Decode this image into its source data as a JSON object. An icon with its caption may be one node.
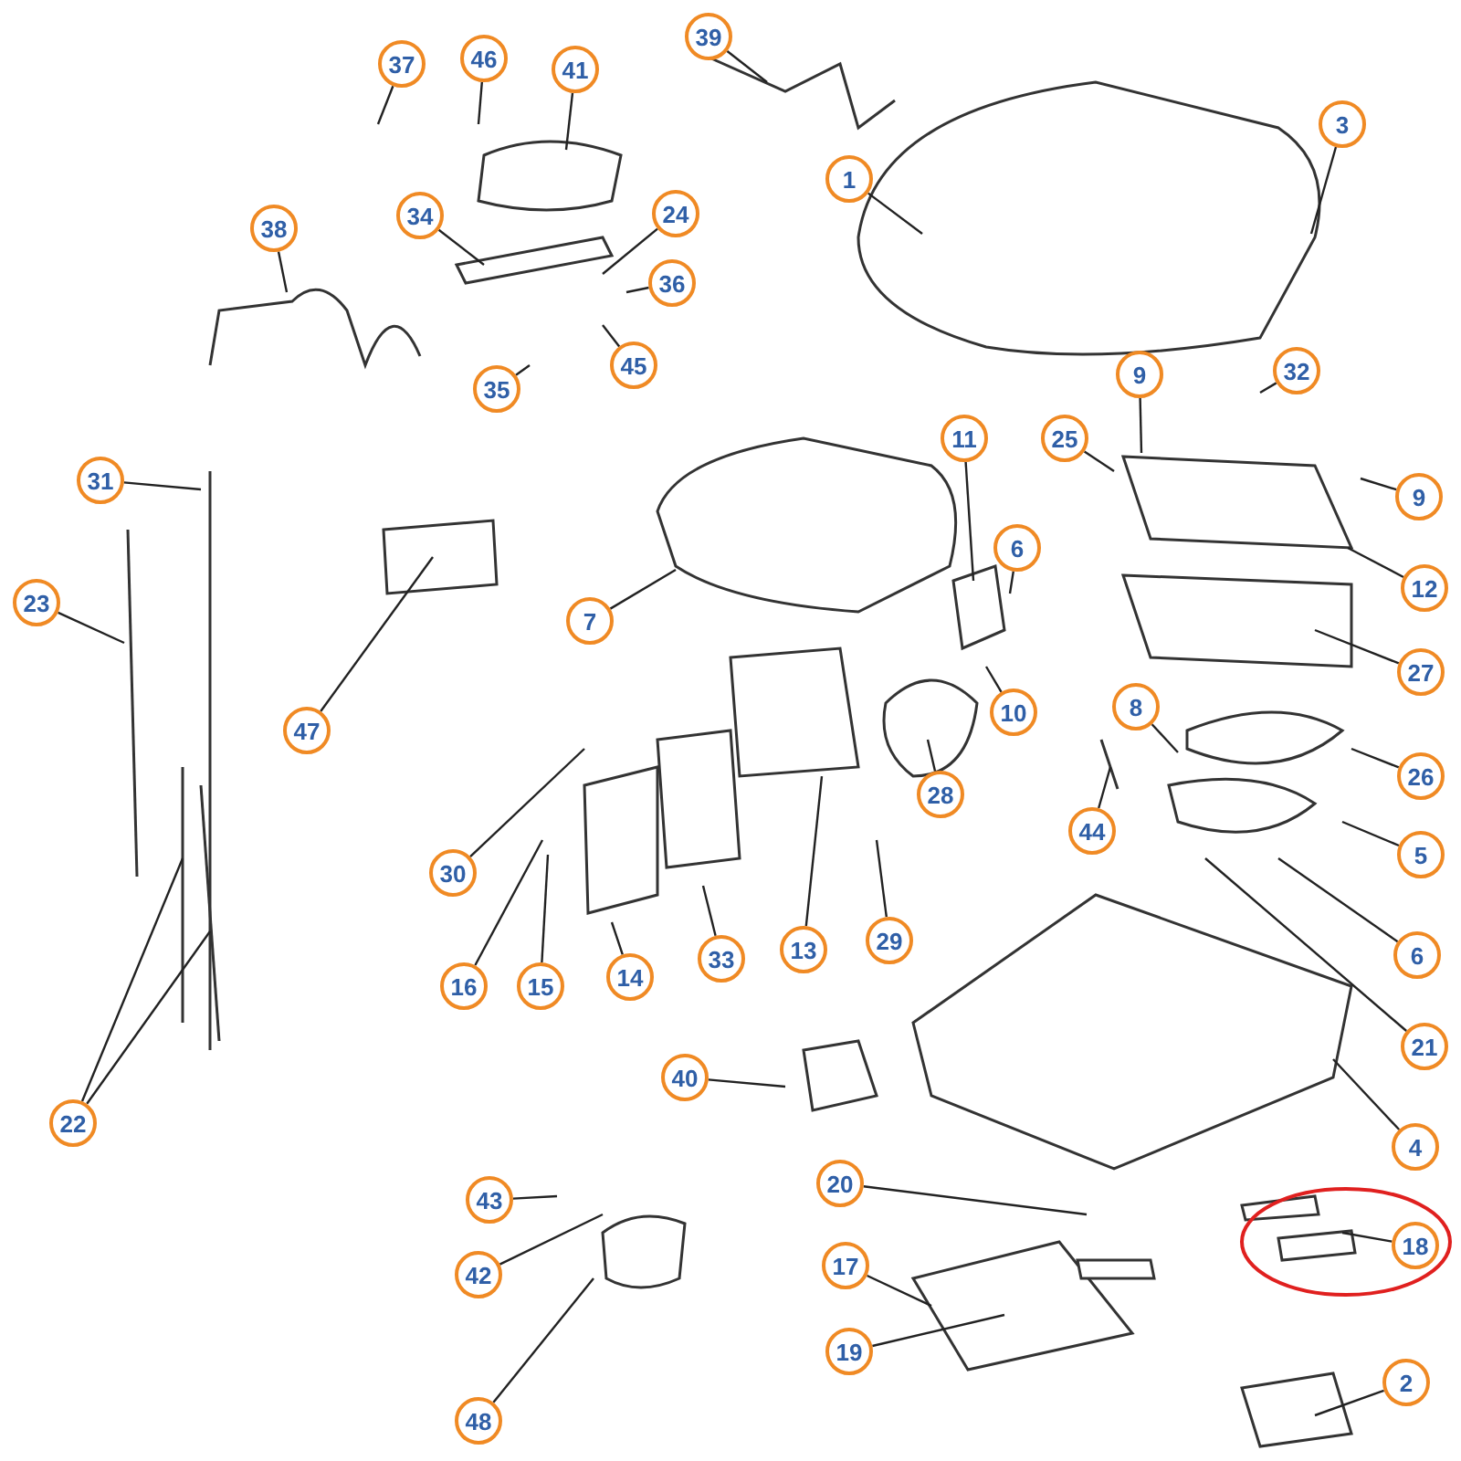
{
  "diagram": {
    "nodes": [
      {
        "text": [
          "37"
        ]
      },
      {
        "text": [
          "46"
        ]
      },
      {
        "text": [
          "41"
        ]
      },
      {
        "text": [
          "39"
        ]
      },
      {
        "text": [
          "3"
        ]
      },
      {
        "text": [
          "1"
        ]
      },
      {
        "text": [
          "38"
        ]
      },
      {
        "text": [
          "34"
        ]
      },
      {
        "text": [
          "24"
        ]
      },
      {
        "text": [
          "36"
        ]
      },
      {
        "text": [
          "45"
        ]
      },
      {
        "text": [
          "35"
        ]
      },
      {
        "text": [
          "9"
        ]
      },
      {
        "text": [
          "32"
        ]
      },
      {
        "text": [
          "25"
        ]
      },
      {
        "text": [
          "11"
        ]
      },
      {
        "text": [
          "31"
        ]
      },
      {
        "text": [
          "9"
        ]
      },
      {
        "text": [
          "23"
        ]
      },
      {
        "text": [
          "6"
        ]
      },
      {
        "text": [
          "7"
        ]
      },
      {
        "text": [
          "12"
        ]
      },
      {
        "text": [
          "47"
        ]
      },
      {
        "text": [
          "27"
        ]
      },
      {
        "text": [
          "10"
        ]
      },
      {
        "text": [
          "8"
        ]
      },
      {
        "text": [
          "26"
        ]
      },
      {
        "text": [
          "28"
        ]
      },
      {
        "text": [
          "44"
        ]
      },
      {
        "text": [
          "5"
        ]
      },
      {
        "text": [
          "30"
        ]
      },
      {
        "text": [
          "16"
        ]
      },
      {
        "text": [
          "15"
        ]
      },
      {
        "text": [
          "14"
        ]
      },
      {
        "text": [
          "33"
        ]
      },
      {
        "text": [
          "13"
        ]
      },
      {
        "text": [
          "29"
        ]
      },
      {
        "text": [
          "6"
        ]
      },
      {
        "text": [
          "21"
        ]
      },
      {
        "text": [
          "22"
        ]
      },
      {
        "text": [
          "40"
        ]
      },
      {
        "text": [
          "4"
        ]
      },
      {
        "text": [
          "43"
        ]
      },
      {
        "text": [
          "20"
        ]
      },
      {
        "text": [
          "42"
        ]
      },
      {
        "text": [
          "18"
        ]
      },
      {
        "text": [
          "17"
        ]
      },
      {
        "text": [
          "19"
        ]
      },
      {
        "text": [
          "2"
        ]
      },
      {
        "text": [
          "48"
        ]
      }
    ],
    "edges": [
      {
        "from": 0,
        "to": null,
        "arrow": "none"
      },
      {
        "from": 1,
        "to": null,
        "arrow": "none"
      },
      {
        "from": 2,
        "to": null,
        "arrow": "none"
      },
      {
        "from": 3,
        "to": null,
        "arrow": "none"
      },
      {
        "from": 4,
        "to": null,
        "arrow": "none"
      },
      {
        "from": 5,
        "to": null,
        "arrow": "none"
      },
      {
        "from": 6,
        "to": null,
        "arrow": "none"
      },
      {
        "from": 7,
        "to": null,
        "arrow": "none"
      },
      {
        "from": 8,
        "to": null,
        "arrow": "none"
      },
      {
        "from": 9,
        "to": null,
        "arrow": "none"
      },
      {
        "from": 10,
        "to": null,
        "arrow": "none"
      },
      {
        "from": 11,
        "to": null,
        "arrow": "none"
      },
      {
        "from": 12,
        "to": null,
        "arrow": "none"
      },
      {
        "from": 13,
        "to": null,
        "arrow": "none"
      },
      {
        "from": 14,
        "to": null,
        "arrow": "none"
      },
      {
        "from": 15,
        "to": null,
        "arrow": "none"
      },
      {
        "from": 16,
        "to": null,
        "arrow": "none"
      },
      {
        "from": 17,
        "to": null,
        "arrow": "none"
      },
      {
        "from": 18,
        "to": null,
        "arrow": "none"
      },
      {
        "from": 19,
        "to": null,
        "arrow": "none"
      },
      {
        "from": 20,
        "to": null,
        "arrow": "none"
      },
      {
        "from": 21,
        "to": null,
        "arrow": "none"
      },
      {
        "from": 22,
        "to": null,
        "arrow": "none"
      },
      {
        "from": 23,
        "to": null,
        "arrow": "none"
      },
      {
        "from": 24,
        "to": null,
        "arrow": "none"
      },
      {
        "from": 25,
        "to": null,
        "arrow": "none"
      },
      {
        "from": 26,
        "to": null,
        "arrow": "none"
      },
      {
        "from": 27,
        "to": null,
        "arrow": "none"
      },
      {
        "from": 28,
        "to": null,
        "arrow": "none"
      },
      {
        "from": 29,
        "to": null,
        "arrow": "none"
      },
      {
        "from": 30,
        "to": null,
        "arrow": "none"
      },
      {
        "from": 31,
        "to": null,
        "arrow": "none"
      },
      {
        "from": 32,
        "to": null,
        "arrow": "none"
      },
      {
        "from": 33,
        "to": null,
        "arrow": "none"
      },
      {
        "from": 34,
        "to": null,
        "arrow": "none"
      },
      {
        "from": 35,
        "to": null,
        "arrow": "none"
      },
      {
        "from": 36,
        "to": null,
        "arrow": "none"
      },
      {
        "from": 37,
        "to": null,
        "arrow": "none"
      },
      {
        "from": 38,
        "to": null,
        "arrow": "none"
      },
      {
        "from": 39,
        "to": null,
        "arrow": "none"
      },
      {
        "from": 39,
        "to": null,
        "arrow": "none"
      },
      {
        "from": 40,
        "to": null,
        "arrow": "none"
      },
      {
        "from": 41,
        "to": null,
        "arrow": "none"
      },
      {
        "from": 42,
        "to": null,
        "arrow": "none"
      },
      {
        "from": 43,
        "to": null,
        "arrow": "none"
      },
      {
        "from": 44,
        "to": null,
        "arrow": "none"
      },
      {
        "from": 45,
        "to": null,
        "arrow": "none"
      },
      {
        "from": 46,
        "to": null,
        "arrow": "none"
      },
      {
        "from": 47,
        "to": null,
        "arrow": "none"
      },
      {
        "from": 48,
        "to": null,
        "arrow": "none"
      },
      {
        "from": 49,
        "to": null,
        "arrow": "none"
      }
    ]
  }
}
